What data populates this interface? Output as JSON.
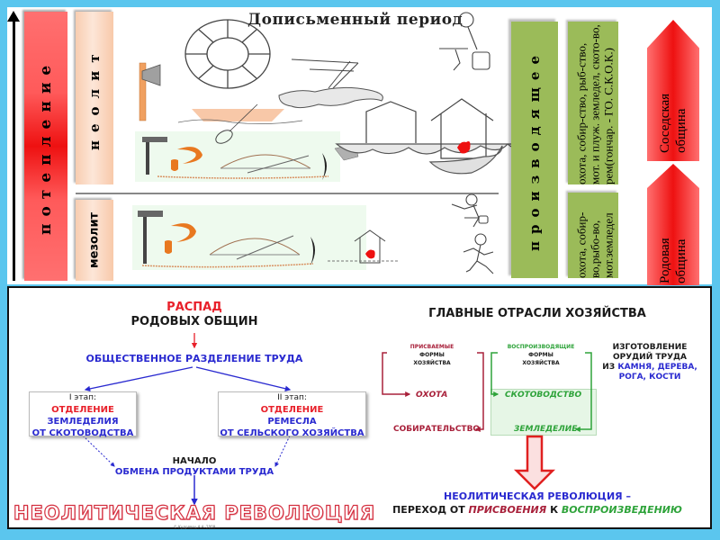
{
  "top": {
    "warming_label": "потепление",
    "neolith_label": "неолит",
    "mesolith_label": "мезолит",
    "period_title": "Дописьменный период",
    "producing_label": "производящее",
    "neolith_activities": "охота, собир-ство, рыб-ство, мот. и плуж. земледел, ското-во, рем(гончар. - ГО. С.К.О.К.)",
    "mesolith_activities": "охота, собир-во,рыбо-во, мот.земледел",
    "neighbor_community": "Соседская община",
    "clan_community": "Родовая община",
    "pictograms": [
      "axe-icon",
      "wheel-icon",
      "plow-icon",
      "boat-icon",
      "net-icon",
      "hoe-icon",
      "sickle-icon",
      "bow-icon",
      "house-icon",
      "dugout-hearth-icon",
      "potter-icon",
      "runner-icon"
    ]
  },
  "left_diagram": {
    "decay": "РАСПАД",
    "clan_communities": "РОДОВЫХ ОБЩИН",
    "division_of_labor": "ОБЩЕСТВЕННОЕ РАЗДЕЛЕНИЕ ТРУДА",
    "stage1": {
      "title": "I этап:",
      "line1": "ОТДЕЛЕНИЕ",
      "line2": "ЗЕМЛЕДЕЛИЯ",
      "line3": "ОТ СКОТОВОДСТВА"
    },
    "stage2": {
      "title": "II этап:",
      "line1": "ОТДЕЛЕНИЕ",
      "line2": "РЕМЕСЛА",
      "line3": "ОТ СЕЛЬСКОГО ХОЗЯЙСТВА"
    },
    "start": "НАЧАЛО",
    "exchange": "ОБМЕНА ПРОДУКТАМИ ТРУДА",
    "revolution": "НЕОЛИТИЧЕСКАЯ РЕВОЛЮЦИЯ",
    "copyright": "© Кудрявец А.А. 2009"
  },
  "right_diagram": {
    "title": "ГЛАВНЫЕ ОТРАСЛИ ХОЗЯЙСТВА",
    "appropriating": {
      "line1": "ПРИСВАЕМЫЕ",
      "line2": "ФОРМЫ",
      "line3": "ХОЗЯЙСТВА",
      "items": [
        "ОХОТА",
        "СОБИРАТЕЛЬСТВО"
      ]
    },
    "producing": {
      "line1": "ВОСПРОИЗВОДЯЩИЕ",
      "line2": "ФОРМЫ",
      "line3": "ХОЗЯЙСТВА",
      "items": [
        "СКОТОВОДСТВО",
        "ЗЕМЛЕДЕЛИЕ"
      ]
    },
    "tools": {
      "line1": "ИЗГОТОВЛЕНИЕ",
      "line2": "ОРУДИЙ ТРУДА",
      "prefix": "ИЗ",
      "materials1": "КАМНЯ, ДЕРЕВА,",
      "materials2": "РОГА, КОСТИ"
    },
    "conclusion_title": "НЕОЛИТИЧЕСКАЯ РЕВОЛЮЦИЯ –",
    "conclusion_prefix": "ПЕРЕХОД ОТ",
    "conclusion_from": "ПРИСВОЕНИЯ",
    "conclusion_mid": "К",
    "conclusion_to": "ВОСПРОИЗВЕДЕНИЮ"
  },
  "colors": {
    "background": "#5bc6ee",
    "warming_red": "#ee1111",
    "producing_green": "#9bbb59",
    "title_red": "#e8202a",
    "title_blue": "#2a2ad0",
    "appropriating_maroon": "#a8203a",
    "producing_green_text": "#2ea33a"
  }
}
